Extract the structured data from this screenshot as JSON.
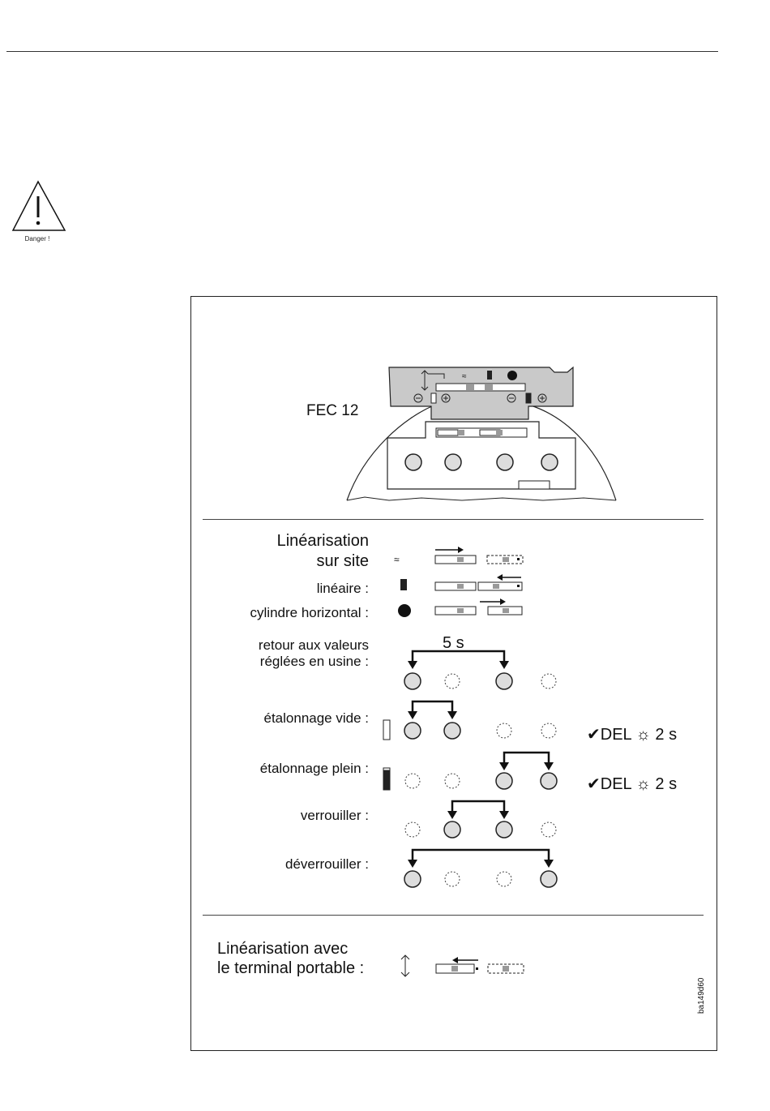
{
  "warning": {
    "label": "Danger !"
  },
  "device": {
    "name": "FEC 12"
  },
  "linearisation": {
    "title_line1": "Linéarisation",
    "title_line2": "sur site",
    "lineaire": "linéaire :",
    "cylindre": "cylindre horizontal :"
  },
  "factory_reset": {
    "line1": "retour aux valeurs",
    "line2": "réglées en usine :",
    "duration": "5 s"
  },
  "procedures": {
    "empty": "étalonnage vide :",
    "full": "étalonnage plein :",
    "lock": "verrouiller :",
    "unlock": "déverrouiller :"
  },
  "led_confirm": {
    "text": "DEL",
    "duration": "2 s"
  },
  "handheld": {
    "line1": "Linéarisation avec",
    "line2": "le terminal portable :"
  },
  "figure_code": "ba149d60",
  "icons": [
    "warning-triangle-icon",
    "wave-icon",
    "bar-icon",
    "half-circle-icon",
    "double-arrow-icon",
    "sun-icon",
    "check-icon"
  ]
}
